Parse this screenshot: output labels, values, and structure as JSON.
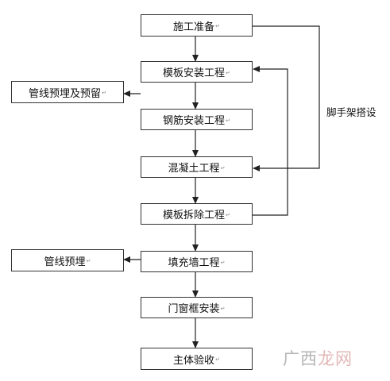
{
  "flowchart": {
    "steps": [
      {
        "id": "prep",
        "label": "施工准备"
      },
      {
        "id": "formwork",
        "label": "模板安装工程"
      },
      {
        "id": "rebar",
        "label": "钢筋安装工程"
      },
      {
        "id": "concrete",
        "label": "混凝土工程"
      },
      {
        "id": "removal",
        "label": "模板拆除工程"
      },
      {
        "id": "infill",
        "label": "填充墙工程"
      },
      {
        "id": "doorframe",
        "label": "门窗框安装"
      },
      {
        "id": "acceptance",
        "label": "主体验收"
      }
    ],
    "side_boxes": [
      {
        "id": "pipe_embed",
        "label": "管线预埋及预留"
      },
      {
        "id": "pipe",
        "label": "管线预埋"
      }
    ],
    "scaffold_label": "脚手架搭设",
    "return_marker": "↵"
  },
  "watermark": {
    "part1": "广西",
    "part2": "龙网"
  }
}
